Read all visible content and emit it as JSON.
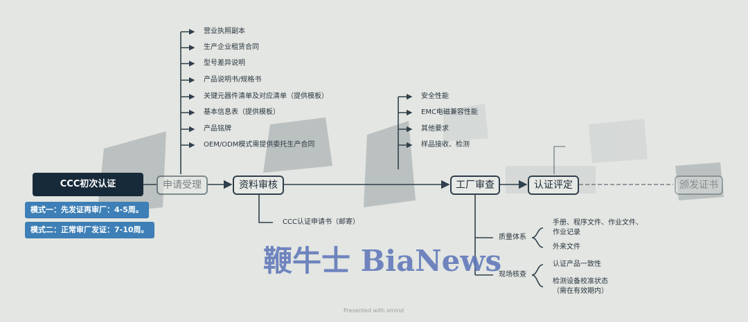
{
  "root": {
    "label": "CCC初次认证",
    "modes": [
      "模式一：先发证再审厂：4-5周。",
      "模式二：正常审厂发证：7-10周。"
    ]
  },
  "stages": [
    "申请受理",
    "资料审核",
    "工厂审查",
    "认证评定",
    "颁发证书"
  ],
  "apply_docs": [
    "营业执照副本",
    "生产企业租赁合同",
    "型号差异说明",
    "产品说明书/规格书",
    "关键元器件清单及对应清单（提供模板）",
    "基本信息表（提供模板）",
    "产品铭牌",
    "OEM/ODM模式需提供委托生产合同"
  ],
  "review_items": [
    "CCC认证申请书（邮寄）"
  ],
  "test_items": [
    "安全性能",
    "EMC电磁兼容性能",
    "其他要求",
    "样品接收、检测"
  ],
  "factory_audit": {
    "quality_system": {
      "label": "质量体系",
      "children": [
        "手册、程序文件、作业文件、作业记录",
        "外来文件"
      ]
    },
    "site_check": {
      "label": "现场核查",
      "children": [
        "认证产品一致性",
        "检测设备校准状态（需在有效期内）"
      ]
    }
  },
  "watermark": "鞭牛士 BiaNews",
  "footer": "Presented with xmind"
}
